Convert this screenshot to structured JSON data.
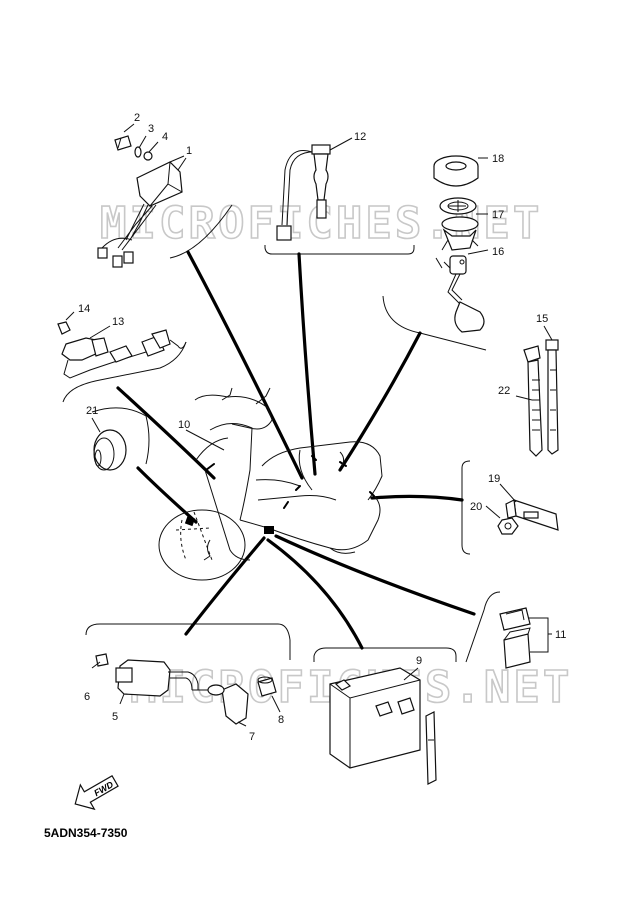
{
  "diagram": {
    "watermark": "MICROFICHES.NET",
    "drawing_code": "5ADN354-7350",
    "fwd_label": "FWD",
    "callouts": [
      "1",
      "2",
      "3",
      "4",
      "5",
      "6",
      "7",
      "8",
      "9",
      "10",
      "11",
      "12",
      "13",
      "14",
      "15",
      "16",
      "17",
      "18",
      "19",
      "20",
      "21",
      "22"
    ]
  }
}
